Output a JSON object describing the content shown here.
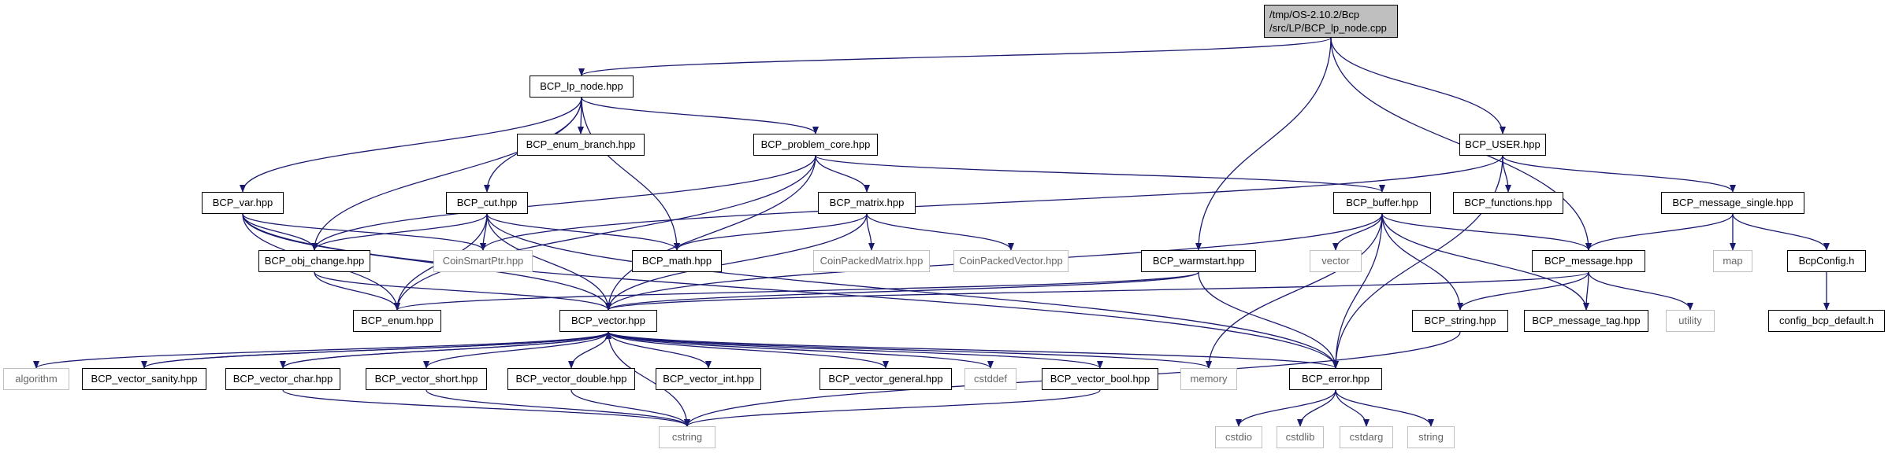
{
  "colors": {
    "edge": "#191970",
    "root_fill": "#bfbfbf",
    "external_border": "#bfbfbf"
  },
  "nodes": {
    "root": {
      "line1": "/tmp/OS-2.10.2/Bcp",
      "line2": "/src/LP/BCP_lp_node.cpp"
    },
    "lp_node": "BCP_lp_node.hpp",
    "user": "BCP_USER.hpp",
    "enum_branch": "BCP_enum_branch.hpp",
    "problem_core": "BCP_problem_core.hpp",
    "functions": "BCP_functions.hpp",
    "message_single": "BCP_message_single.hpp",
    "var": "BCP_var.hpp",
    "cut": "BCP_cut.hpp",
    "matrix": "BCP_matrix.hpp",
    "buffer": "BCP_buffer.hpp",
    "obj_change": "BCP_obj_change.hpp",
    "coin_smart_ptr": "CoinSmartPtr.hpp",
    "math": "BCP_math.hpp",
    "coin_packed_matrix": "CoinPackedMatrix.hpp",
    "coin_packed_vector": "CoinPackedVector.hpp",
    "warmstart": "BCP_warmstart.hpp",
    "vector_std": "vector",
    "message": "BCP_message.hpp",
    "map": "map",
    "bcp_config": "BcpConfig.h",
    "enum": "BCP_enum.hpp",
    "vector": "BCP_vector.hpp",
    "string": "BCP_string.hpp",
    "message_tag": "BCP_message_tag.hpp",
    "utility": "utility",
    "config_bcp_default": "config_bcp_default.h",
    "algorithm": "algorithm",
    "vector_sanity": "BCP_vector_sanity.hpp",
    "vector_char": "BCP_vector_char.hpp",
    "vector_short": "BCP_vector_short.hpp",
    "vector_double": "BCP_vector_double.hpp",
    "vector_int": "BCP_vector_int.hpp",
    "vector_general": "BCP_vector_general.hpp",
    "cstddef": "cstddef",
    "vector_bool": "BCP_vector_bool.hpp",
    "memory": "memory",
    "error": "BCP_error.hpp",
    "cstdio": "cstdio",
    "cstdlib": "cstdlib",
    "cstdarg": "cstdarg",
    "string_std": "string",
    "cstring": "cstring"
  },
  "edges": [
    [
      "root",
      "lp_node"
    ],
    [
      "root",
      "warmstart"
    ],
    [
      "root",
      "user"
    ],
    [
      "root",
      "message"
    ],
    [
      "lp_node",
      "var"
    ],
    [
      "lp_node",
      "obj_change"
    ],
    [
      "lp_node",
      "cut"
    ],
    [
      "lp_node",
      "enum_branch"
    ],
    [
      "lp_node",
      "math"
    ],
    [
      "lp_node",
      "problem_core"
    ],
    [
      "problem_core",
      "obj_change"
    ],
    [
      "problem_core",
      "vector"
    ],
    [
      "problem_core",
      "matrix"
    ],
    [
      "problem_core",
      "buffer"
    ],
    [
      "problem_core",
      "enum"
    ],
    [
      "user",
      "coin_smart_ptr"
    ],
    [
      "user",
      "functions"
    ],
    [
      "user",
      "message_single"
    ],
    [
      "user",
      "error"
    ],
    [
      "var",
      "obj_change"
    ],
    [
      "var",
      "coin_smart_ptr"
    ],
    [
      "var",
      "enum"
    ],
    [
      "var",
      "vector"
    ],
    [
      "var",
      "error"
    ],
    [
      "cut",
      "obj_change"
    ],
    [
      "cut",
      "coin_smart_ptr"
    ],
    [
      "cut",
      "math"
    ],
    [
      "cut",
      "enum"
    ],
    [
      "cut",
      "vector"
    ],
    [
      "cut",
      "error"
    ],
    [
      "matrix",
      "math"
    ],
    [
      "matrix",
      "coin_packed_matrix"
    ],
    [
      "matrix",
      "coin_packed_vector"
    ],
    [
      "matrix",
      "vector"
    ],
    [
      "buffer",
      "vector"
    ],
    [
      "buffer",
      "vector_std"
    ],
    [
      "buffer",
      "message"
    ],
    [
      "buffer",
      "string"
    ],
    [
      "buffer",
      "message_tag"
    ],
    [
      "buffer",
      "error"
    ],
    [
      "buffer",
      "memory"
    ],
    [
      "message_single",
      "message"
    ],
    [
      "message_single",
      "map"
    ],
    [
      "message_single",
      "bcp_config"
    ],
    [
      "bcp_config",
      "config_bcp_default"
    ],
    [
      "obj_change",
      "enum"
    ],
    [
      "obj_change",
      "vector"
    ],
    [
      "warmstart",
      "enum"
    ],
    [
      "warmstart",
      "vector"
    ],
    [
      "warmstart",
      "error"
    ],
    [
      "message",
      "vector"
    ],
    [
      "message",
      "string"
    ],
    [
      "message",
      "message_tag"
    ],
    [
      "message",
      "utility"
    ],
    [
      "string",
      "cstring"
    ],
    [
      "vector",
      "algorithm"
    ],
    [
      "vector",
      "vector_sanity"
    ],
    [
      "vector",
      "vector_char"
    ],
    [
      "vector",
      "vector_short"
    ],
    [
      "vector",
      "vector_double"
    ],
    [
      "vector",
      "vector_int"
    ],
    [
      "vector",
      "vector_general"
    ],
    [
      "vector",
      "cstddef"
    ],
    [
      "vector",
      "vector_bool"
    ],
    [
      "vector",
      "memory"
    ],
    [
      "vector",
      "error"
    ],
    [
      "vector",
      "cstring"
    ],
    [
      "vector_sanity",
      "vector"
    ],
    [
      "vector_char",
      "vector"
    ],
    [
      "vector_char",
      "cstring"
    ],
    [
      "vector_short",
      "cstring"
    ],
    [
      "vector_double",
      "cstring"
    ],
    [
      "vector_bool",
      "cstring"
    ],
    [
      "error",
      "cstdio"
    ],
    [
      "error",
      "cstdlib"
    ],
    [
      "error",
      "cstdarg"
    ],
    [
      "error",
      "string_std"
    ]
  ]
}
